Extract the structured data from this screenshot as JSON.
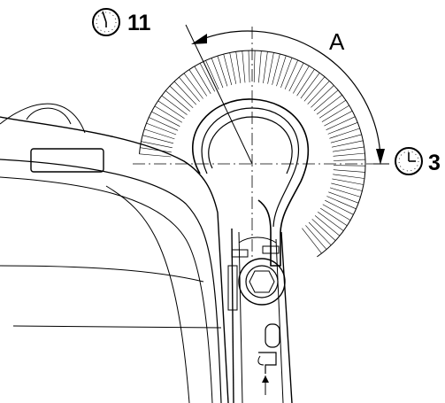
{
  "diagram": {
    "labels": {
      "start_position": "11",
      "end_position": "3",
      "angle": "A"
    },
    "icons": {
      "start_clock": "clock-icon",
      "end_clock": "clock-icon"
    },
    "colors": {
      "line": "#000000",
      "background": "#ffffff"
    }
  }
}
